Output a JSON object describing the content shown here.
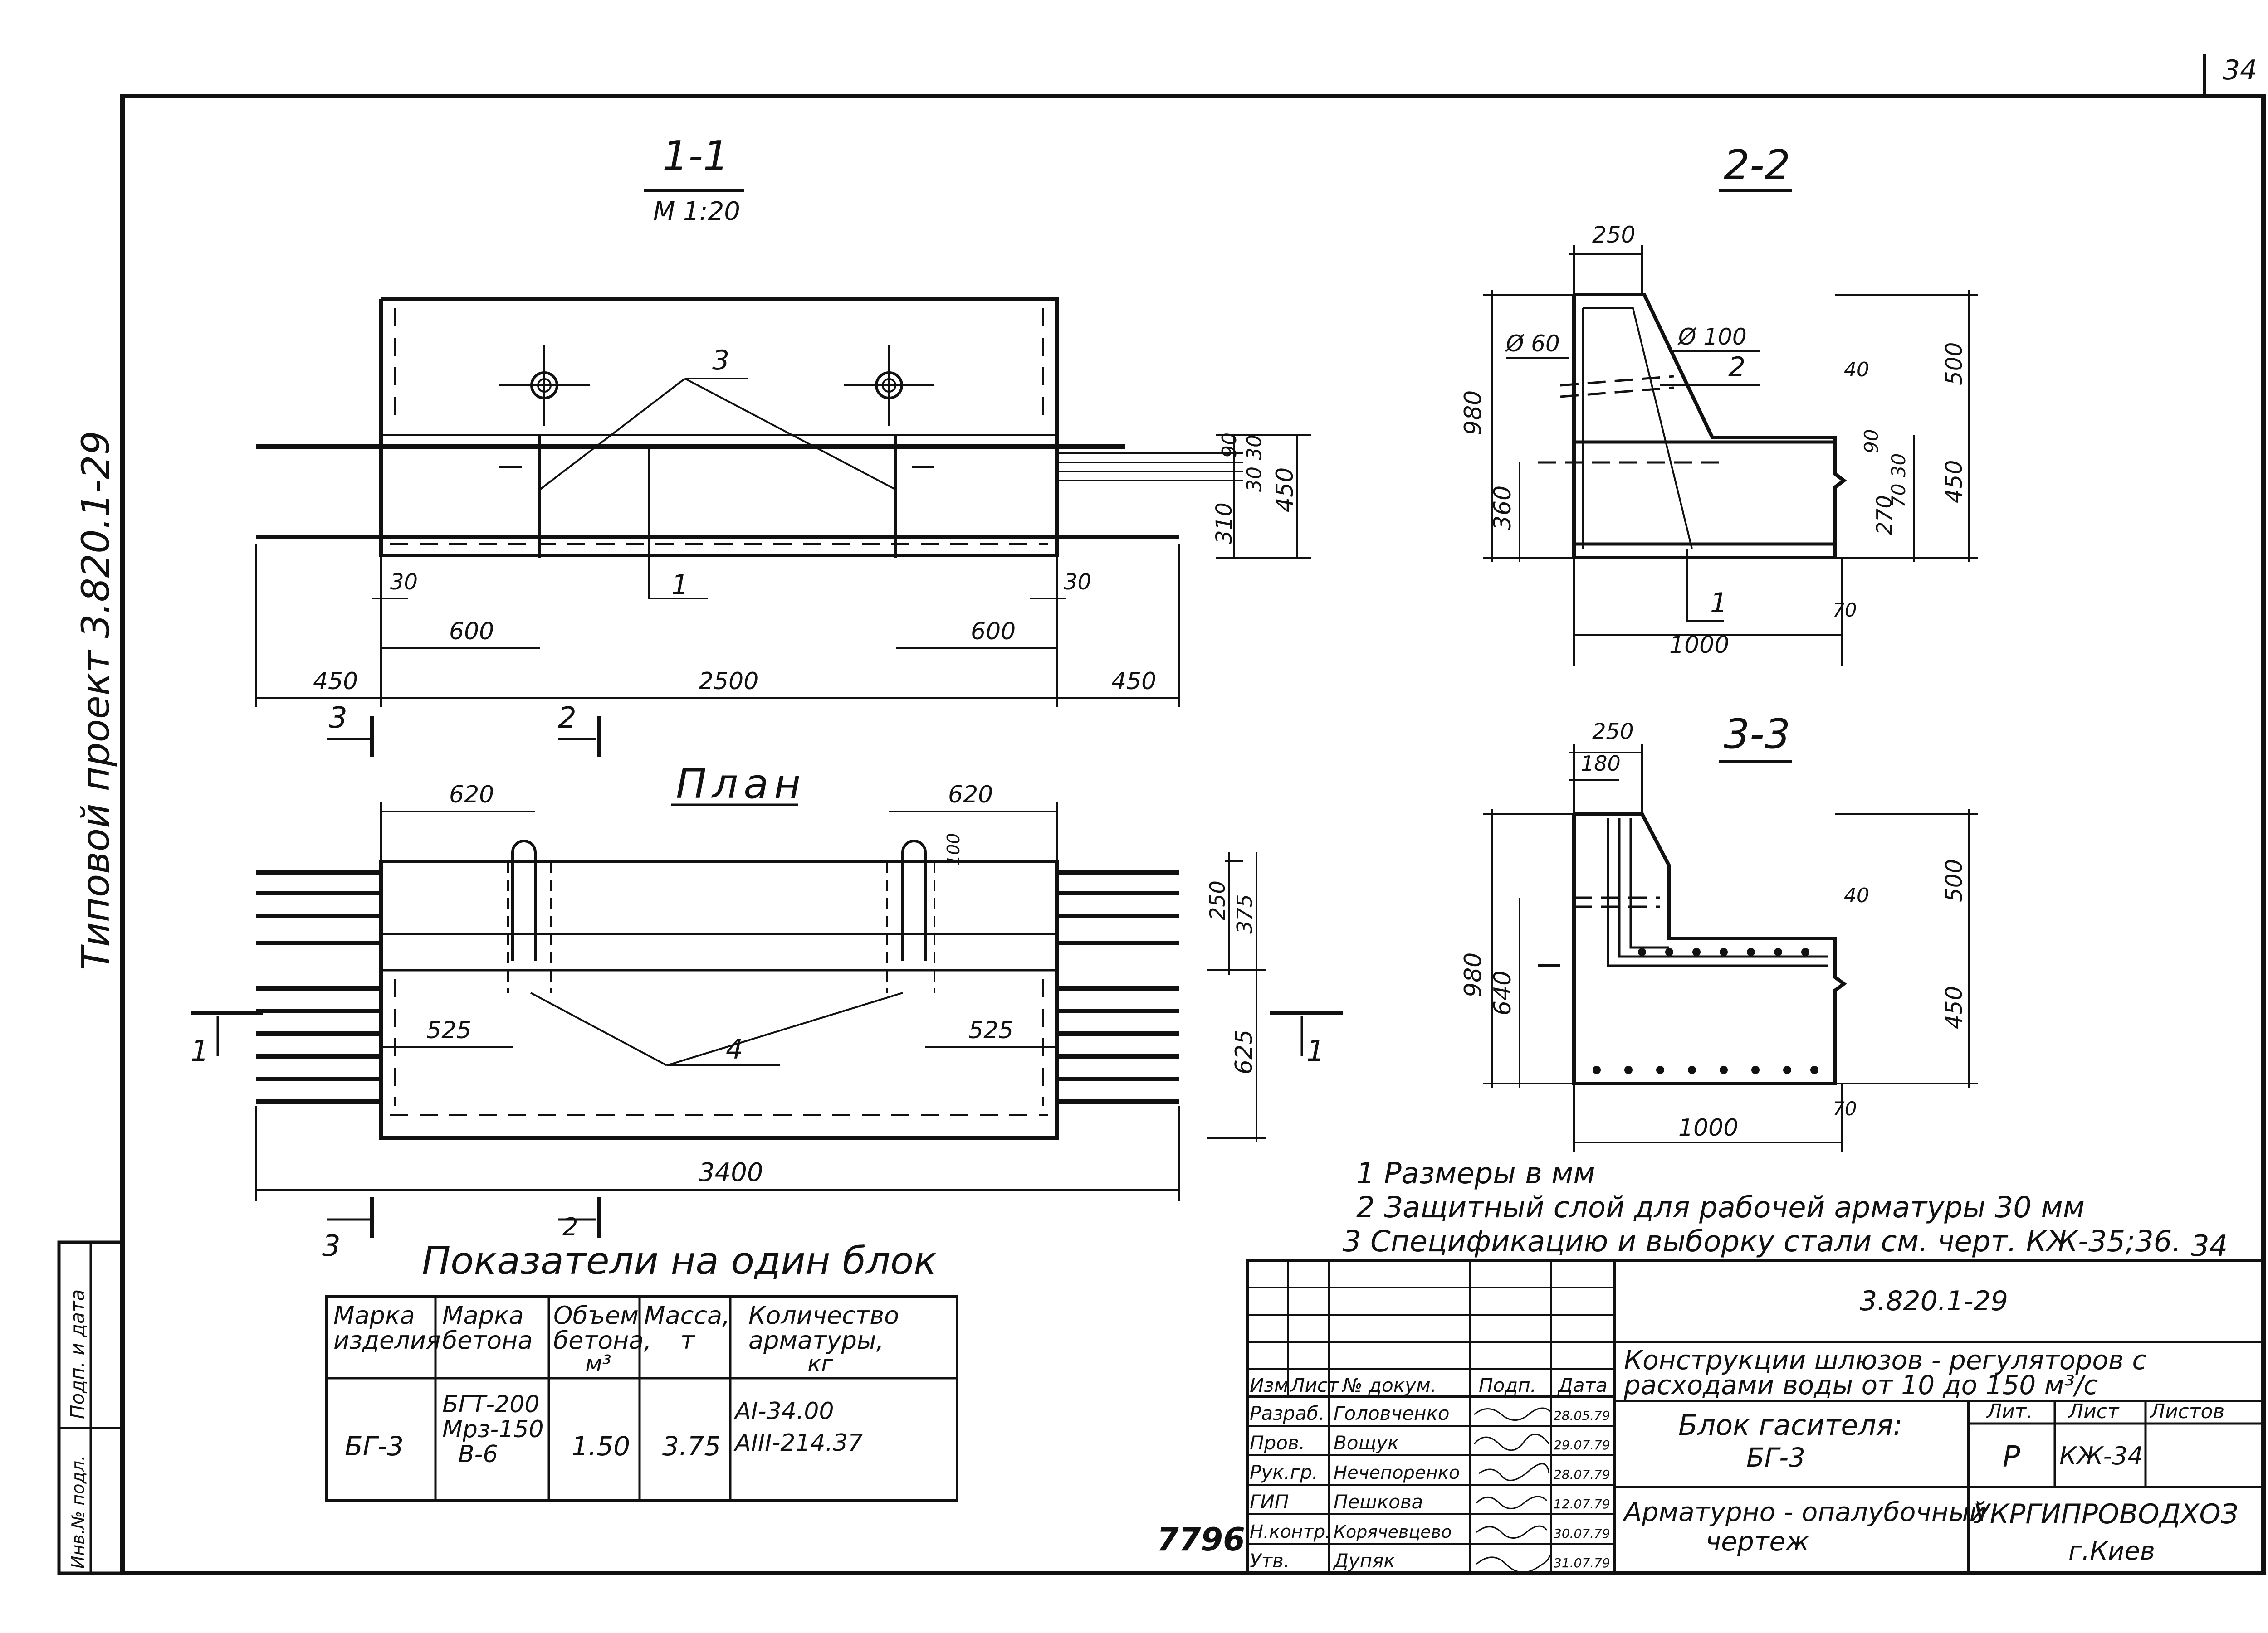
{
  "sheet": {
    "page_corner": "34",
    "side_title": "Типовой проект 3.820.1-29",
    "side_stamp": [
      "Инв.№ подл.",
      "Подп. и дата"
    ],
    "bottom_number": "7796"
  },
  "section_1_1": {
    "title": "1-1",
    "scale": "М 1:20",
    "callouts": [
      "3",
      "1"
    ],
    "dims": {
      "left_30": "30",
      "right_30": "30",
      "left_600": "600",
      "right_600": "600",
      "left_450": "450",
      "total_2500": "2500",
      "right_450": "450",
      "v_90": "90",
      "v_30_30": "30 30",
      "v_450": "450",
      "v_310": "310"
    },
    "cuts": {
      "cut3": "3",
      "cut2": "2"
    }
  },
  "plan": {
    "title": "План",
    "dims": {
      "left_620": "620",
      "right_620": "620",
      "d_100": "100",
      "left_525": "525",
      "right_525": "525",
      "total_3400": "3400",
      "v_250": "250",
      "v_375": "375",
      "v_625": "625"
    },
    "callout": "4",
    "cut_marks": {
      "left": "1",
      "right": "1",
      "bottom_3": "3",
      "bottom_2": "2"
    }
  },
  "section_2_2": {
    "title": "2-2",
    "dims": {
      "top_250": "250",
      "phi60": "Ø 60",
      "phi100": "Ø 100",
      "d_40": "40",
      "v_980": "980",
      "v_360": "360",
      "v_500": "500",
      "v_90": "90",
      "v_70_30": "70 30",
      "v_450": "450",
      "v_270": "270",
      "d_70": "70",
      "w_1000": "1000"
    },
    "callouts": [
      "2",
      "1"
    ]
  },
  "section_3_3": {
    "title": "3-3",
    "dims": {
      "top_250": "250",
      "top_180": "180",
      "d_40": "40",
      "v_980": "980",
      "v_640": "640",
      "v_500": "500",
      "v_450": "450",
      "d_70": "70",
      "w_1000": "1000"
    }
  },
  "notes": [
    "1  Размеры в  мм",
    "2  Защитный  слой для  рабочей  арматуры 30 мм",
    "3  Спецификацию  и  выборку  стали  см.  черт.  КЖ-35;36."
  ],
  "notes_sheet": "34",
  "indicators": {
    "title": "Показатели на один блок",
    "headers": [
      [
        "Марка",
        "изделия"
      ],
      [
        "Марка",
        "бетона"
      ],
      [
        "Объем",
        "бетона,",
        "м³"
      ],
      [
        "Масса,",
        "т"
      ],
      [
        "Количество",
        "арматуры,",
        "кг"
      ]
    ],
    "row": {
      "mark": "БГ-3",
      "concrete": [
        "БГТ-200",
        "Мрз-150",
        "В-6"
      ],
      "volume": "1.50",
      "mass": "3.75",
      "rebar": [
        "АI-34.00",
        "АIII-214.37"
      ]
    }
  },
  "title_block": {
    "code": "3.820.1-29",
    "project": [
      "Конструкции  шлюзов - регуляторов  с",
      "расходами  воды  от  10  до  150  м³/с"
    ],
    "object": [
      "Блок  гасителя:",
      "БГ-3"
    ],
    "drawing": [
      "Арматурно - опалубочный",
      "чертеж"
    ],
    "col_headers": [
      "Изм",
      "Лист",
      "№ докум.",
      "Подп.",
      "Дата"
    ],
    "sign_rows": [
      {
        "role": "Разраб.",
        "name": "Головченко",
        "date": "28.05.79"
      },
      {
        "role": "Пров.",
        "name": "Вощук",
        "date": "29.07.79"
      },
      {
        "role": "Рук.гр.",
        "name": "Нечепоренко",
        "date": "28.07.79"
      },
      {
        "role": "ГИП",
        "name": "Пешкова",
        "date": "12.07.79"
      },
      {
        "role": "Н.контр.",
        "name": "Корячевцево",
        "date": "30.07.79"
      },
      {
        "role": "Утв.",
        "name": "Дупяк",
        "date": "31.07.79"
      }
    ],
    "lit_header": "Лит.",
    "sheet_header": "Лист",
    "sheets_header": "Листов",
    "lit": "Р",
    "sheet": "КЖ-34",
    "org": [
      "УКРГИПРОВОДХОЗ",
      "г.Киев"
    ]
  }
}
